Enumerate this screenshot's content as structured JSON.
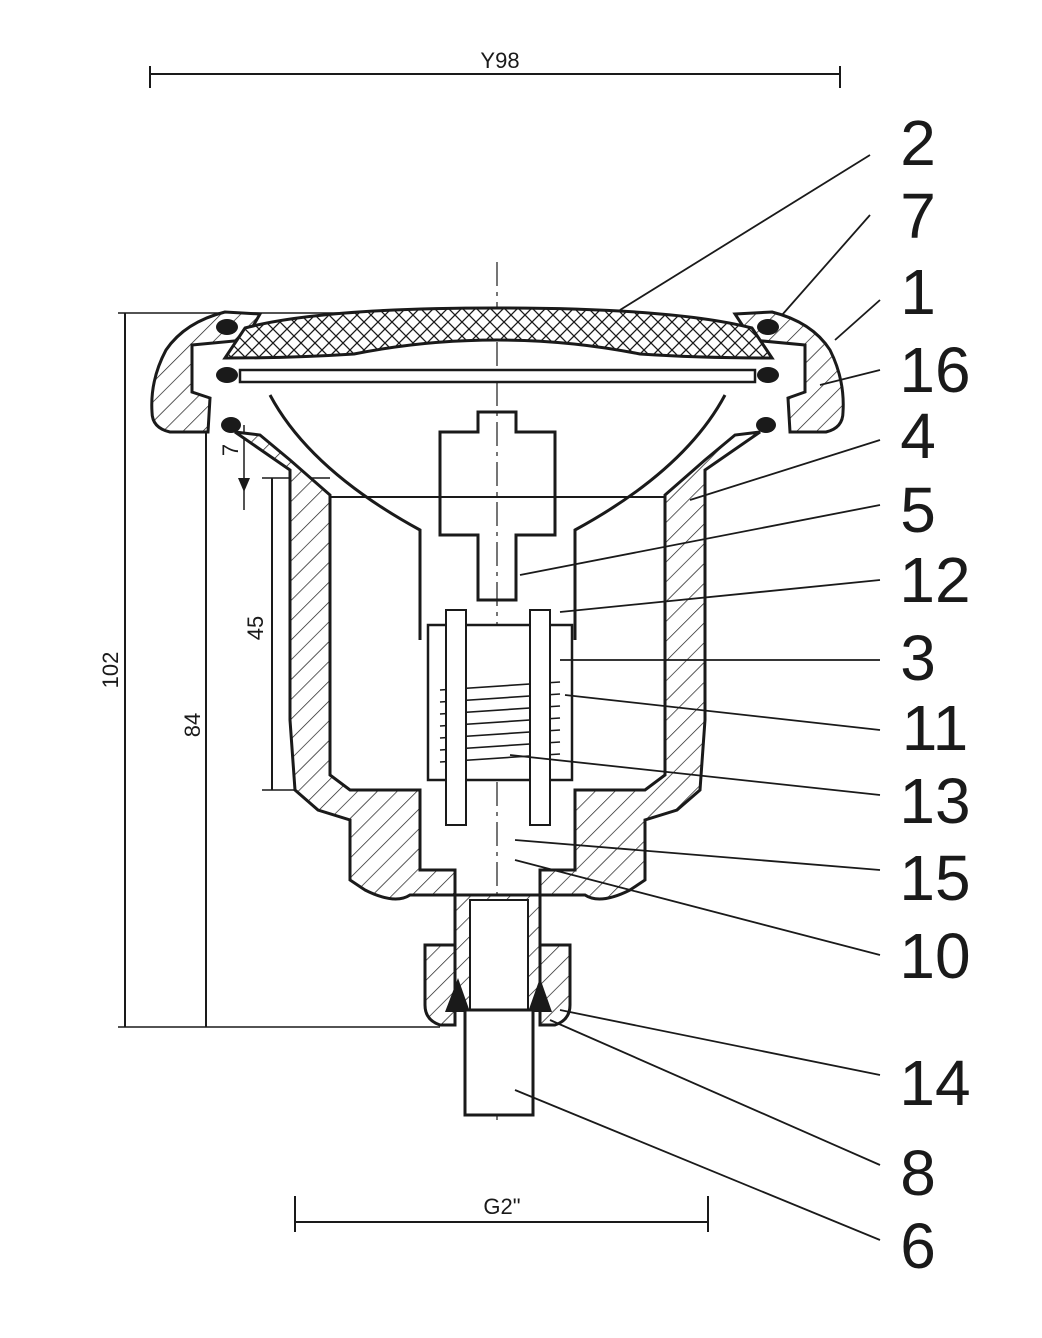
{
  "dimensions": {
    "top_width": "Y98",
    "overall_height": "102",
    "body_height": "84",
    "stroke": "45",
    "seal_offset": "7",
    "thread": "G2\""
  },
  "callouts": [
    "2",
    "7",
    "1",
    "16",
    "4",
    "5",
    "12",
    "3",
    "11",
    "13",
    "15",
    "10",
    "14",
    "8",
    "6"
  ],
  "colors": {
    "line": "#1a1a1a",
    "background": "#ffffff"
  }
}
